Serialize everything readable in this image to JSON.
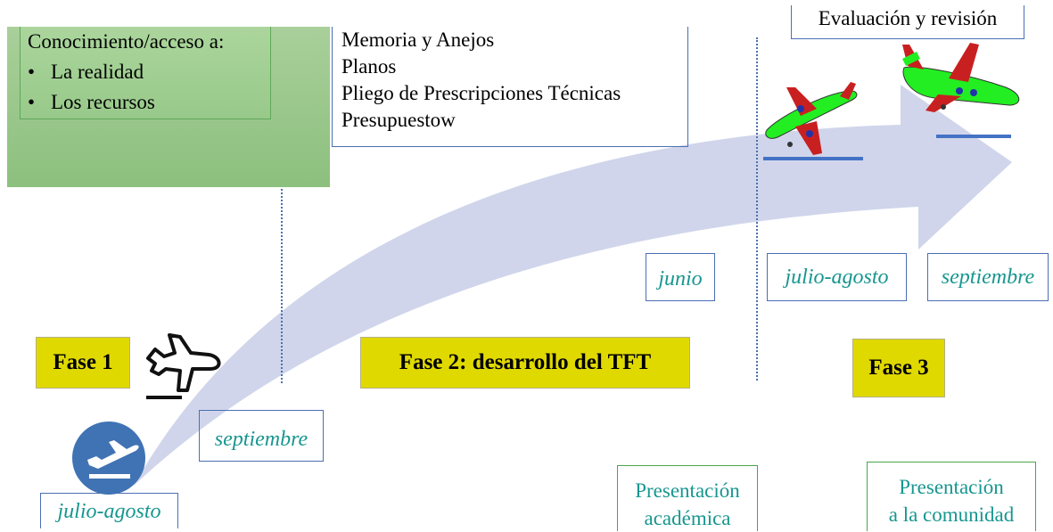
{
  "knowledge_box": {
    "title": "Conocimiento/acceso a:",
    "items": [
      "La realidad",
      "Los recursos"
    ]
  },
  "documents_box": {
    "lines": [
      "Memoria y Anejos",
      "Planos",
      "Pliego de Prescripciones Técnicas",
      "Presupuestow"
    ]
  },
  "evaluation_box": {
    "label": "Evaluación y revisión"
  },
  "months": {
    "julio_agosto_start": "julio-agosto",
    "septiembre_start": "septiembre",
    "junio": "junio",
    "julio_agosto_end": "julio-agosto",
    "septiembre_end": "septiembre"
  },
  "phases": {
    "fase1": "Fase 1",
    "fase2": "Fase 2: desarrollo del TFT",
    "fase3": "Fase 3"
  },
  "presentations": {
    "academic_line1": "Presentación",
    "academic_line2": "académica",
    "community_line1": "Presentación",
    "community_line2": "a la comunidad"
  },
  "colors": {
    "phase_fill": "#e0d900",
    "arrow_fill": "#cdd3ea",
    "month_text": "#17968f",
    "frame_blue": "#4a6fb5",
    "plane_green": "#22ee22",
    "plane_red": "#c82020",
    "runway_blue": "#4472c4",
    "knowledge_green": "#9fcc90"
  },
  "icons": [
    "departure-badge-icon",
    "airplane-outline-icon",
    "airplane-takeoff-icon",
    "airplane-cruise-icon"
  ]
}
